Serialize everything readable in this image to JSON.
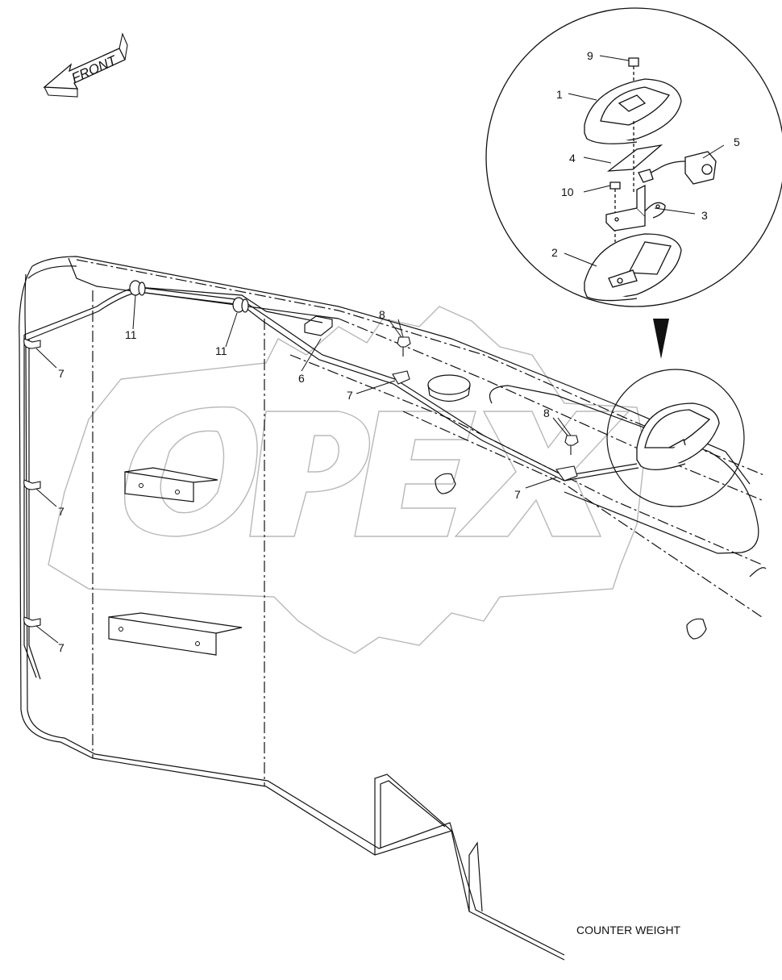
{
  "direction_label": "FRONT",
  "caption": "COUNTER WEIGHT",
  "watermark": "OPEX",
  "corner_code": "",
  "callouts": {
    "c1": "1",
    "c2": "2",
    "c3": "3",
    "c4": "4",
    "c5": "5",
    "c6": "6",
    "c7a": "7",
    "c7b": "7",
    "c7c": "7",
    "c7d": "7",
    "c7e": "7",
    "c8a": "8",
    "c8b": "8",
    "c9": "9",
    "c10": "10",
    "c11a": "11",
    "c11b": "11"
  },
  "colors": {
    "line": "#111111",
    "watermark": "#b8b8b8"
  }
}
